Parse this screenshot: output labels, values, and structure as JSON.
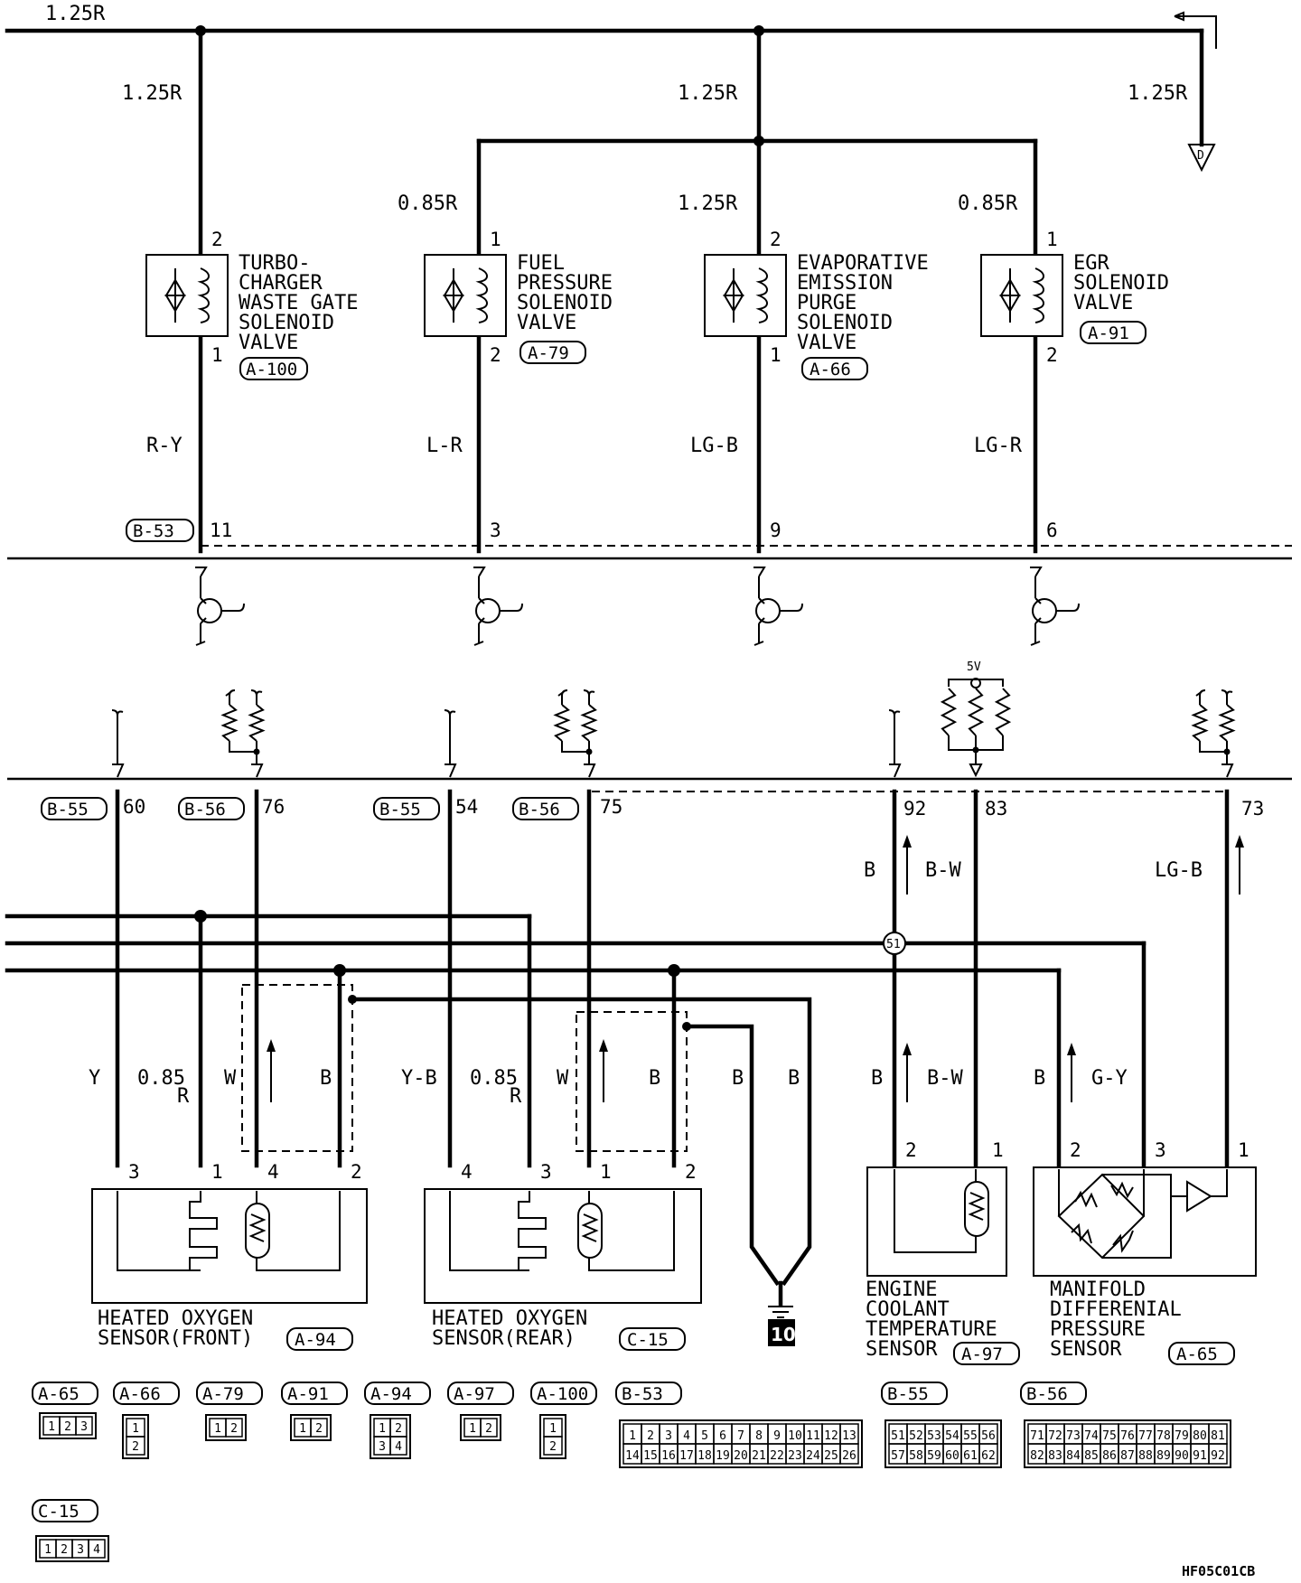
{
  "top_bus": {
    "wire_label": "1.25R",
    "branch_label": "1.25R",
    "to_connector": "D"
  },
  "upper_wire_labels": {
    "w1": "1.25R",
    "w2": "0.85R",
    "w3": "1.25R",
    "w4": "0.85R"
  },
  "valves": [
    {
      "name_lines": [
        "TURBO-",
        "CHARGER",
        "WASTE GATE",
        "SOLENOID",
        "VALVE"
      ],
      "connector": "A-100",
      "pin_top": "2",
      "pin_bottom": "1",
      "wire_below": "R-Y",
      "ecu_pin": "11"
    },
    {
      "name_lines": [
        "FUEL",
        "PRESSURE",
        "SOLENOID",
        "VALVE"
      ],
      "connector": "A-79",
      "pin_top": "1",
      "pin_bottom": "2",
      "wire_below": "L-R",
      "ecu_pin": "3"
    },
    {
      "name_lines": [
        "EVAPORATIVE",
        "EMISSION",
        "PURGE",
        "SOLENOID",
        "VALVE"
      ],
      "connector": "A-66",
      "pin_top": "2",
      "pin_bottom": "1",
      "wire_below": "LG-B",
      "ecu_pin": "9"
    },
    {
      "name_lines": [
        "EGR",
        "SOLENOID",
        "VALVE"
      ],
      "connector": "A-91",
      "pin_top": "1",
      "pin_bottom": "2",
      "wire_below": "LG-R",
      "ecu_pin": "6"
    }
  ],
  "ecu_upper_connector": "B-53",
  "supply_5v": "5V",
  "ecu_lower": [
    {
      "connector": "B-55",
      "pin": "60"
    },
    {
      "connector": "B-56",
      "pin": "76"
    },
    {
      "connector": "B-55",
      "pin": "54"
    },
    {
      "connector": "B-56",
      "pin": "75"
    },
    {
      "pin": "92"
    },
    {
      "pin": "83"
    },
    {
      "pin": "73"
    }
  ],
  "lower_wire_labels": {
    "b_92": "B",
    "bw_83": "B-W",
    "lgb_73": "LG-B",
    "front_y": "Y",
    "front_085": "0.85",
    "front_r": "R",
    "front_w": "W",
    "front_b": "B",
    "rear_yb": "Y-B",
    "rear_085": "0.85",
    "rear_r": "R",
    "rear_w": "W",
    "rear_b": "B",
    "gnd_b1": "B",
    "gnd_b2": "B",
    "ect_b": "B",
    "ect_bw": "B-W",
    "map_b": "B",
    "map_gy": "G-Y"
  },
  "junction": "51",
  "ground_number": "10",
  "sensors": [
    {
      "name_lines": [
        "HEATED OXYGEN",
        "SENSOR(FRONT)"
      ],
      "connector": "A-94",
      "pins": [
        "3",
        "1",
        "4",
        "2"
      ]
    },
    {
      "name_lines": [
        "HEATED OXYGEN",
        "SENSOR(REAR)"
      ],
      "connector": "C-15",
      "pins": [
        "4",
        "3",
        "1",
        "2"
      ]
    },
    {
      "name_lines": [
        "ENGINE",
        "COOLANT",
        "TEMPERATURE",
        "SENSOR"
      ],
      "connector": "A-97",
      "pins": [
        "2",
        "1"
      ]
    },
    {
      "name_lines": [
        "MANIFOLD",
        "DIFFERENIAL",
        "PRESSURE",
        "SENSOR"
      ],
      "connector": "A-65",
      "pins": [
        "2",
        "3",
        "1"
      ]
    }
  ],
  "connector_legend": {
    "A-65": {
      "label": "A-65",
      "cells": [
        "1",
        "2",
        "3"
      ]
    },
    "A-66": {
      "label": "A-66",
      "cells": [
        "1",
        "2"
      ]
    },
    "A-79": {
      "label": "A-79",
      "cells": [
        "1",
        "2"
      ]
    },
    "A-91": {
      "label": "A-91",
      "cells": [
        "1",
        "2"
      ]
    },
    "A-94": {
      "label": "A-94",
      "cells": [
        "1",
        "2",
        "3",
        "4"
      ]
    },
    "A-97": {
      "label": "A-97",
      "cells": [
        "1",
        "2"
      ]
    },
    "A-100": {
      "label": "A-100",
      "cells": [
        "1",
        "2"
      ]
    },
    "B-53": {
      "label": "B-53",
      "cells": [
        "1",
        "2",
        "3",
        "4",
        "5",
        "6",
        "7",
        "8",
        "9",
        "10",
        "11",
        "12",
        "13",
        "14",
        "15",
        "16",
        "17",
        "18",
        "19",
        "20",
        "21",
        "22",
        "23",
        "24",
        "25",
        "26"
      ]
    },
    "B-55": {
      "label": "B-55",
      "cells": [
        "51",
        "52",
        "53",
        "54",
        "55",
        "56",
        "57",
        "58",
        "59",
        "60",
        "61",
        "62"
      ]
    },
    "B-56": {
      "label": "B-56",
      "cells": [
        "71",
        "72",
        "73",
        "74",
        "75",
        "76",
        "77",
        "78",
        "79",
        "80",
        "81",
        "82",
        "83",
        "84",
        "85",
        "86",
        "87",
        "88",
        "89",
        "90",
        "91",
        "92"
      ]
    },
    "C-15": {
      "label": "C-15",
      "cells": [
        "1",
        "2",
        "3",
        "4"
      ]
    }
  },
  "figure_code": "HF05C01CB"
}
